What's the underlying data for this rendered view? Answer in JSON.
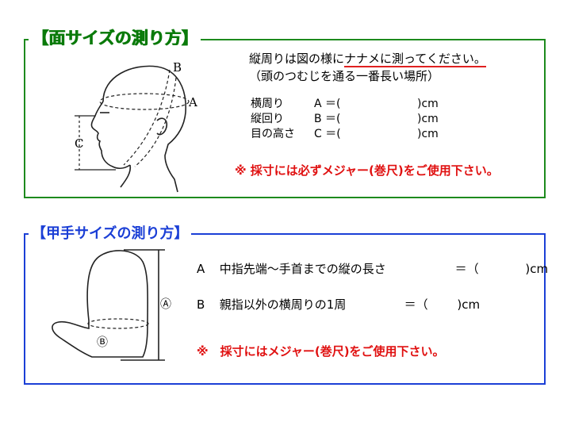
{
  "face": {
    "title": "【面サイズの測り方】",
    "instruction_line1_pre": "縦周りは図の様に",
    "instruction_line1_ul": "ナナメに測ってください。",
    "instruction_line2": "（頭のつむじを通る一番長い場所）",
    "measurements": [
      {
        "label": "横周り",
        "key": "A ＝(",
        "unit": ")cm"
      },
      {
        "label": "縦回り",
        "key": "B ＝(",
        "unit": ")cm"
      },
      {
        "label": "目の高さ",
        "key": "C ＝(",
        "unit": ")cm"
      }
    ],
    "diagram_labels": {
      "a": "A",
      "b": "B",
      "c": "C"
    },
    "note": "※ 採寸には必ずメジャー(巻尺)をご使用下さい。"
  },
  "glove": {
    "title": "【甲手サイズの測り方】",
    "row_a": {
      "letter": "A",
      "text": "中指先端～手首までの縦の長さ",
      "eq": "＝（",
      "unit": ")cm"
    },
    "row_b": {
      "letter": "B",
      "text": "親指以外の横周りの1周",
      "eq": "＝（",
      "unit": ")cm"
    },
    "diagram_labels": {
      "a": "Ⓐ",
      "b": "Ⓑ"
    },
    "note": "※　採寸にはメジャー(巻尺)をご使用下さい。"
  },
  "colors": {
    "green": "#1d8a1d",
    "blue": "#1b3fd6",
    "red": "#e01010"
  }
}
